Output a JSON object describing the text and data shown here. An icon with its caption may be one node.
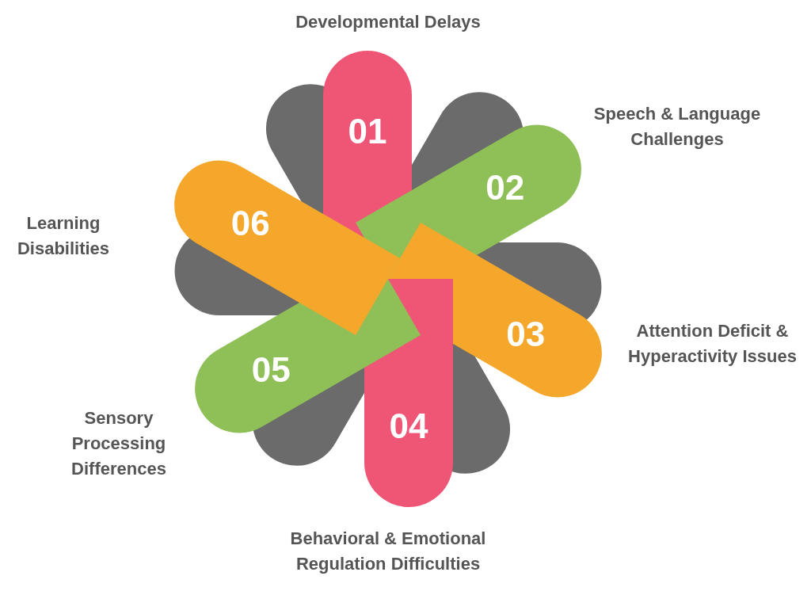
{
  "diagram": {
    "nodes": [
      {
        "text": [
          "01"
        ]
      },
      {
        "text": [
          "02"
        ]
      },
      {
        "text": [
          "03"
        ]
      },
      {
        "text": [
          "04"
        ]
      },
      {
        "text": [
          "05"
        ]
      },
      {
        "text": [
          "06"
        ]
      }
    ],
    "labels": [
      "Developmental Delays",
      "Speech & Language Challenges",
      "Learning Disabilities",
      "Attention Deficit & Hyperactivity Issues",
      "Sensory Processing Differences",
      "Behavioral & Emotional Regulation Difficulties"
    ]
  }
}
